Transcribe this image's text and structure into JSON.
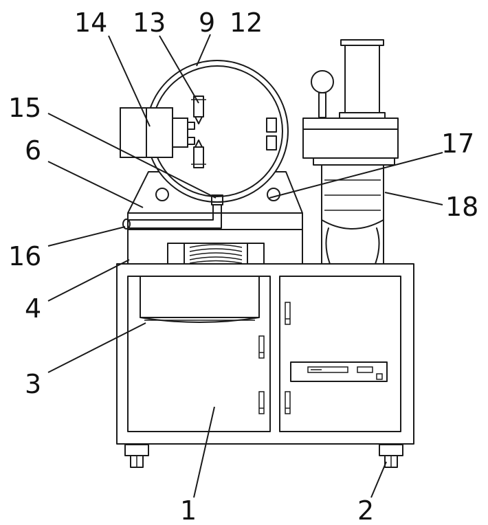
{
  "colors": {
    "line": "#1a1a1a",
    "background": "#ffffff"
  },
  "labels": [
    {
      "id": "label-14",
      "text": "14"
    },
    {
      "id": "label-13",
      "text": "13"
    },
    {
      "id": "label-9",
      "text": "9"
    },
    {
      "id": "label-12",
      "text": "12"
    },
    {
      "id": "label-15",
      "text": "15"
    },
    {
      "id": "label-6",
      "text": "6"
    },
    {
      "id": "label-17",
      "text": "17"
    },
    {
      "id": "label-18",
      "text": "18"
    },
    {
      "id": "label-16",
      "text": "16"
    },
    {
      "id": "label-4",
      "text": "4"
    },
    {
      "id": "label-3",
      "text": "3"
    },
    {
      "id": "label-1",
      "text": "1"
    },
    {
      "id": "label-2",
      "text": "2"
    }
  ]
}
